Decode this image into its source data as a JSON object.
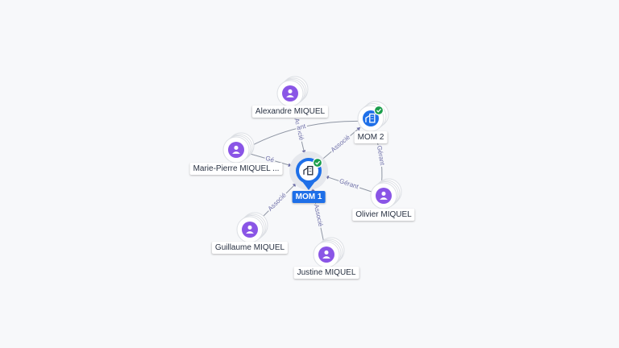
{
  "colors": {
    "person_fill": "#8a55e6",
    "company_fill": "#1e6fe8",
    "check_fill": "#1b9e4b",
    "edge": "#8e95a3",
    "edge_label": "#6e6fa8"
  },
  "nodes": [
    {
      "id": "mom1",
      "kind": "company-main",
      "label": "MOM 1",
      "icon": "building-icon",
      "verified": true
    },
    {
      "id": "mom2",
      "kind": "company",
      "label": "MOM 2",
      "icon": "building-icon",
      "verified": true
    },
    {
      "id": "alexandre",
      "kind": "person",
      "label": "Alexandre MIQUEL",
      "icon": "person-icon"
    },
    {
      "id": "marie",
      "kind": "person",
      "label": "Marie-Pierre MIQUEL ...",
      "icon": "person-icon"
    },
    {
      "id": "guillaume",
      "kind": "person",
      "label": "Guillaume MIQUEL",
      "icon": "person-icon"
    },
    {
      "id": "justine",
      "kind": "person",
      "label": "Justine MIQUEL",
      "icon": "person-icon"
    },
    {
      "id": "olivier",
      "kind": "person",
      "label": "Olivier MIQUEL",
      "icon": "person-icon"
    }
  ],
  "edges": [
    {
      "from": "alexandre",
      "to": "mom1",
      "label": "Associé"
    },
    {
      "from": "marie",
      "to": "mom1",
      "label": "Gé"
    },
    {
      "from": "guillaume",
      "to": "mom1",
      "label": "Associé"
    },
    {
      "from": "justine",
      "to": "mom1",
      "label": "Associé"
    },
    {
      "from": "olivier",
      "to": "mom1",
      "label": "Gérant"
    },
    {
      "from": "mom1",
      "to": "mom2",
      "label": "Associé"
    },
    {
      "from": "olivier",
      "to": "mom2",
      "label": "Gérant"
    },
    {
      "from": "mom2",
      "to": "marie",
      "label": "ant"
    }
  ]
}
